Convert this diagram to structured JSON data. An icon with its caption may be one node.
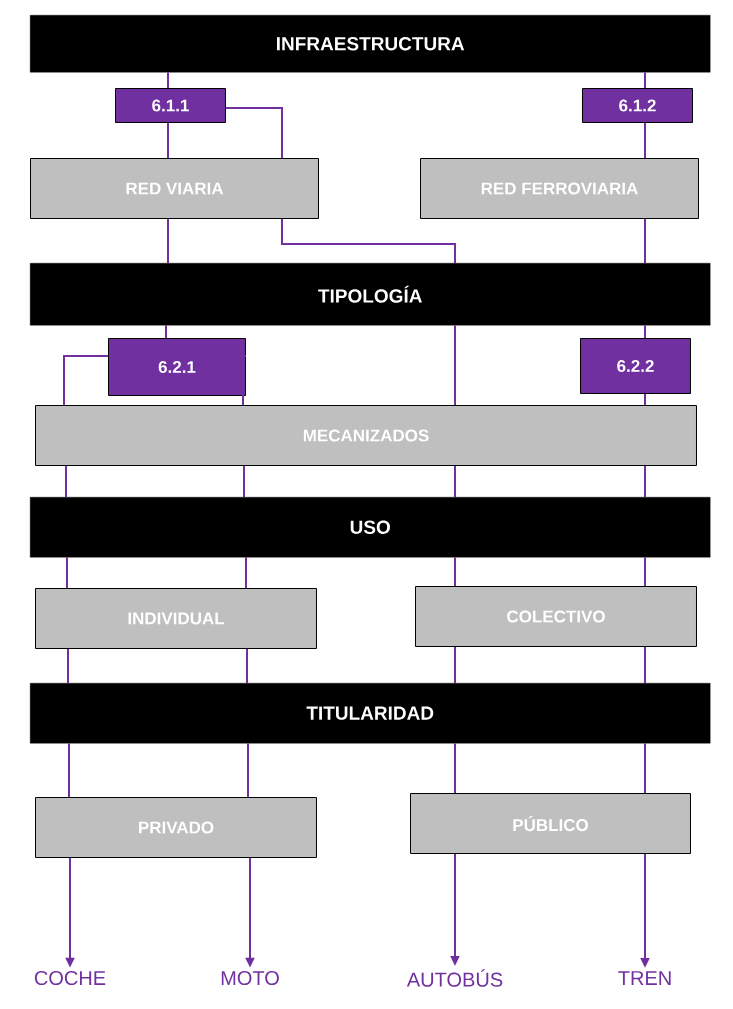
{
  "diagram": {
    "nodes": [
      {
        "text": [
          "INFRAESTRUCTURA"
        ]
      },
      {
        "text": [
          "6.1.1"
        ]
      },
      {
        "text": [
          "6.1.2"
        ]
      },
      {
        "text": [
          "RED VIARIA"
        ]
      },
      {
        "text": [
          "RED FERROVIARIA"
        ]
      },
      {
        "text": [
          "TIPOLOGÍA"
        ]
      },
      {
        "text": [
          "6.2.1"
        ]
      },
      {
        "text": [
          "6.2.2"
        ]
      },
      {
        "text": [
          "MECANIZADOS"
        ]
      },
      {
        "text": [
          "USO"
        ]
      },
      {
        "text": [
          "INDIVIDUAL"
        ]
      },
      {
        "text": [
          "COLECTIVO"
        ]
      },
      {
        "text": [
          "TITULARIDAD"
        ]
      },
      {
        "text": [
          "PRIVADO"
        ]
      },
      {
        "text": [
          "PÚBLICO"
        ]
      },
      {
        "text": [
          "COCHE"
        ]
      },
      {
        "text": [
          "MOTO"
        ]
      },
      {
        "text": [
          "AUTOBÚS"
        ]
      },
      {
        "text": [
          "TREN"
        ]
      }
    ],
    "edges": [
      {
        "from": 0,
        "to": 1,
        "arrow": "none"
      },
      {
        "from": 0,
        "to": 2,
        "arrow": "none"
      },
      {
        "from": 1,
        "to": 3,
        "arrow": "none"
      },
      {
        "from": 1,
        "to": 3,
        "arrow": "none"
      },
      {
        "from": 2,
        "to": 4,
        "arrow": "none"
      },
      {
        "from": 3,
        "to": 5,
        "arrow": "none"
      },
      {
        "from": 3,
        "to": 5,
        "arrow": "none"
      },
      {
        "from": 4,
        "to": 5,
        "arrow": "none"
      },
      {
        "from": 5,
        "to": 6,
        "arrow": "none"
      },
      {
        "from": 5,
        "to": 7,
        "arrow": "none"
      },
      {
        "from": 5,
        "to": 8,
        "arrow": "none"
      },
      {
        "from": 6,
        "to": 8,
        "arrow": "none"
      },
      {
        "from": 6,
        "to": 8,
        "arrow": "none"
      },
      {
        "from": 7,
        "to": 8,
        "arrow": "none"
      },
      {
        "from": 8,
        "to": 9,
        "arrow": "none"
      },
      {
        "from": 8,
        "to": 9,
        "arrow": "none"
      },
      {
        "from": 8,
        "to": 9,
        "arrow": "none"
      },
      {
        "from": 8,
        "to": 9,
        "arrow": "none"
      },
      {
        "from": 9,
        "to": 10,
        "arrow": "none"
      },
      {
        "from": 9,
        "to": 10,
        "arrow": "none"
      },
      {
        "from": 9,
        "to": 11,
        "arrow": "none"
      },
      {
        "from": 9,
        "to": 11,
        "arrow": "none"
      },
      {
        "from": 10,
        "to": 12,
        "arrow": "none"
      },
      {
        "from": 10,
        "to": 12,
        "arrow": "none"
      },
      {
        "from": 11,
        "to": 12,
        "arrow": "none"
      },
      {
        "from": 11,
        "to": 12,
        "arrow": "none"
      },
      {
        "from": 12,
        "to": 13,
        "arrow": "none"
      },
      {
        "from": 12,
        "to": 13,
        "arrow": "none"
      },
      {
        "from": 12,
        "to": 14,
        "arrow": "none"
      },
      {
        "from": 12,
        "to": 14,
        "arrow": "none"
      },
      {
        "from": 13,
        "to": 15,
        "arrow": "to"
      },
      {
        "from": 13,
        "to": 16,
        "arrow": "to"
      },
      {
        "from": 14,
        "to": 17,
        "arrow": "to"
      },
      {
        "from": 14,
        "to": 18,
        "arrow": "to"
      }
    ]
  }
}
